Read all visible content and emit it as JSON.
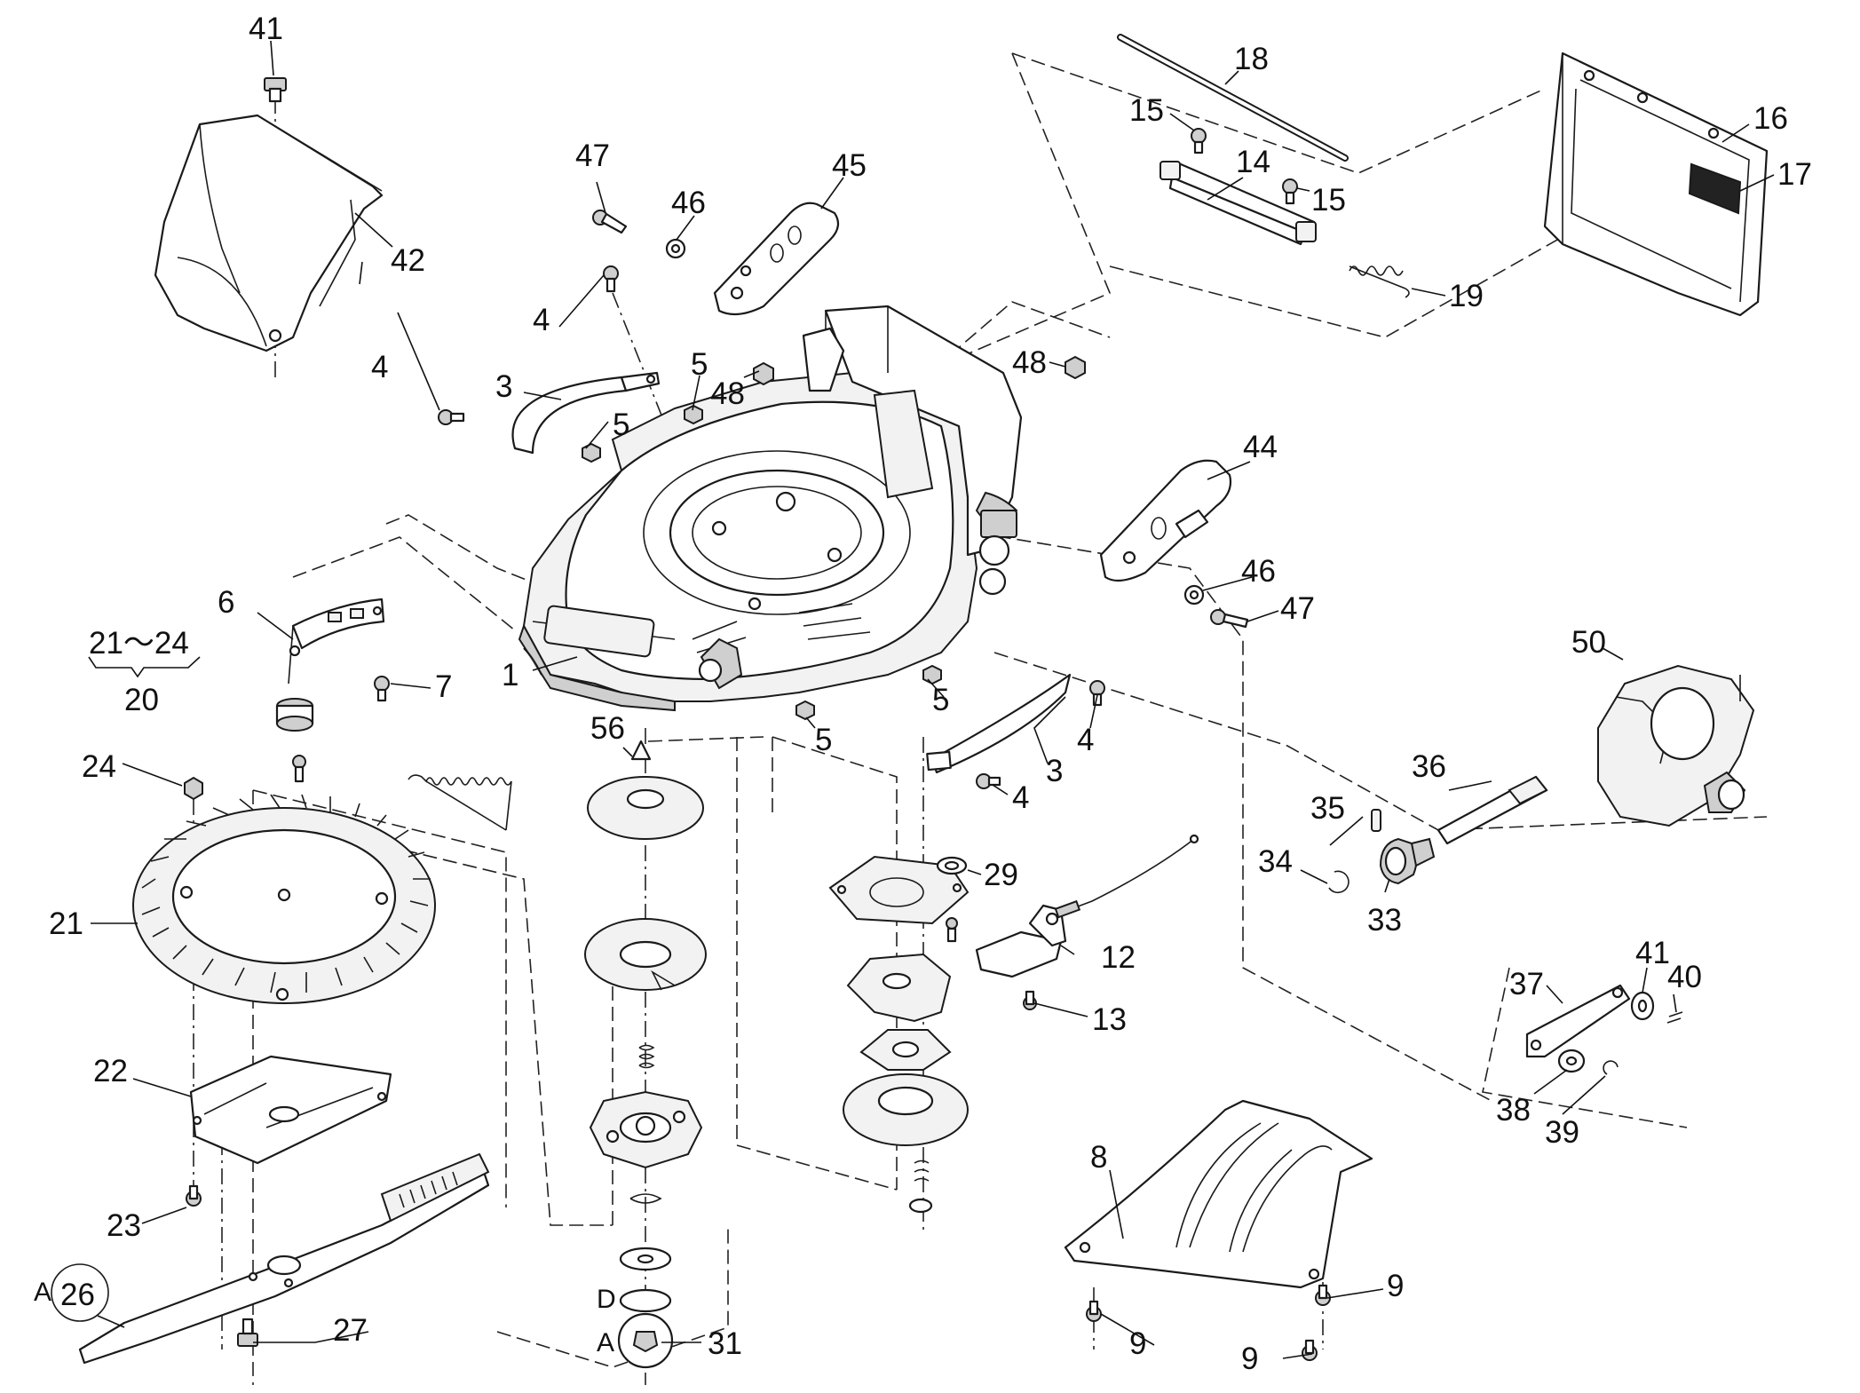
{
  "diagram": {
    "labels": {
      "p1": "1",
      "p3a": "3",
      "p3b": "3",
      "p4a": "4",
      "p4b": "4",
      "p4c": "4",
      "p4d": "4",
      "p5a": "5",
      "p5b": "5",
      "p5c": "5",
      "p5d": "5",
      "p6": "6",
      "p7": "7",
      "p8": "8",
      "p9a": "9",
      "p9b": "9",
      "p9c": "9",
      "p12": "12",
      "p13": "13",
      "p14": "14",
      "p15a": "15",
      "p15b": "15",
      "p16": "16",
      "p17": "17",
      "p18": "18",
      "p19": "19",
      "p20": "20",
      "p21range": "21～24",
      "p21": "21",
      "p22": "22",
      "p23": "23",
      "p24": "24",
      "p26": "26",
      "p27": "27",
      "p29": "29",
      "p31": "31",
      "p33": "33",
      "p34": "34",
      "p35": "35",
      "p36": "36",
      "p37": "37",
      "p38": "38",
      "p39": "39",
      "p40": "40",
      "p41a": "41",
      "p41b": "41",
      "p42": "42",
      "p44": "44",
      "p45": "45",
      "p46a": "46",
      "p46b": "46",
      "p47a": "47",
      "p47b": "47",
      "p48a": "48",
      "p48b": "48",
      "p50": "50",
      "p56": "56",
      "refA1": "A",
      "refA2": "A",
      "refD": "D"
    },
    "colors": {
      "line": "#1a1a1a",
      "background": "#ffffff",
      "label_plate": "#222222"
    }
  }
}
